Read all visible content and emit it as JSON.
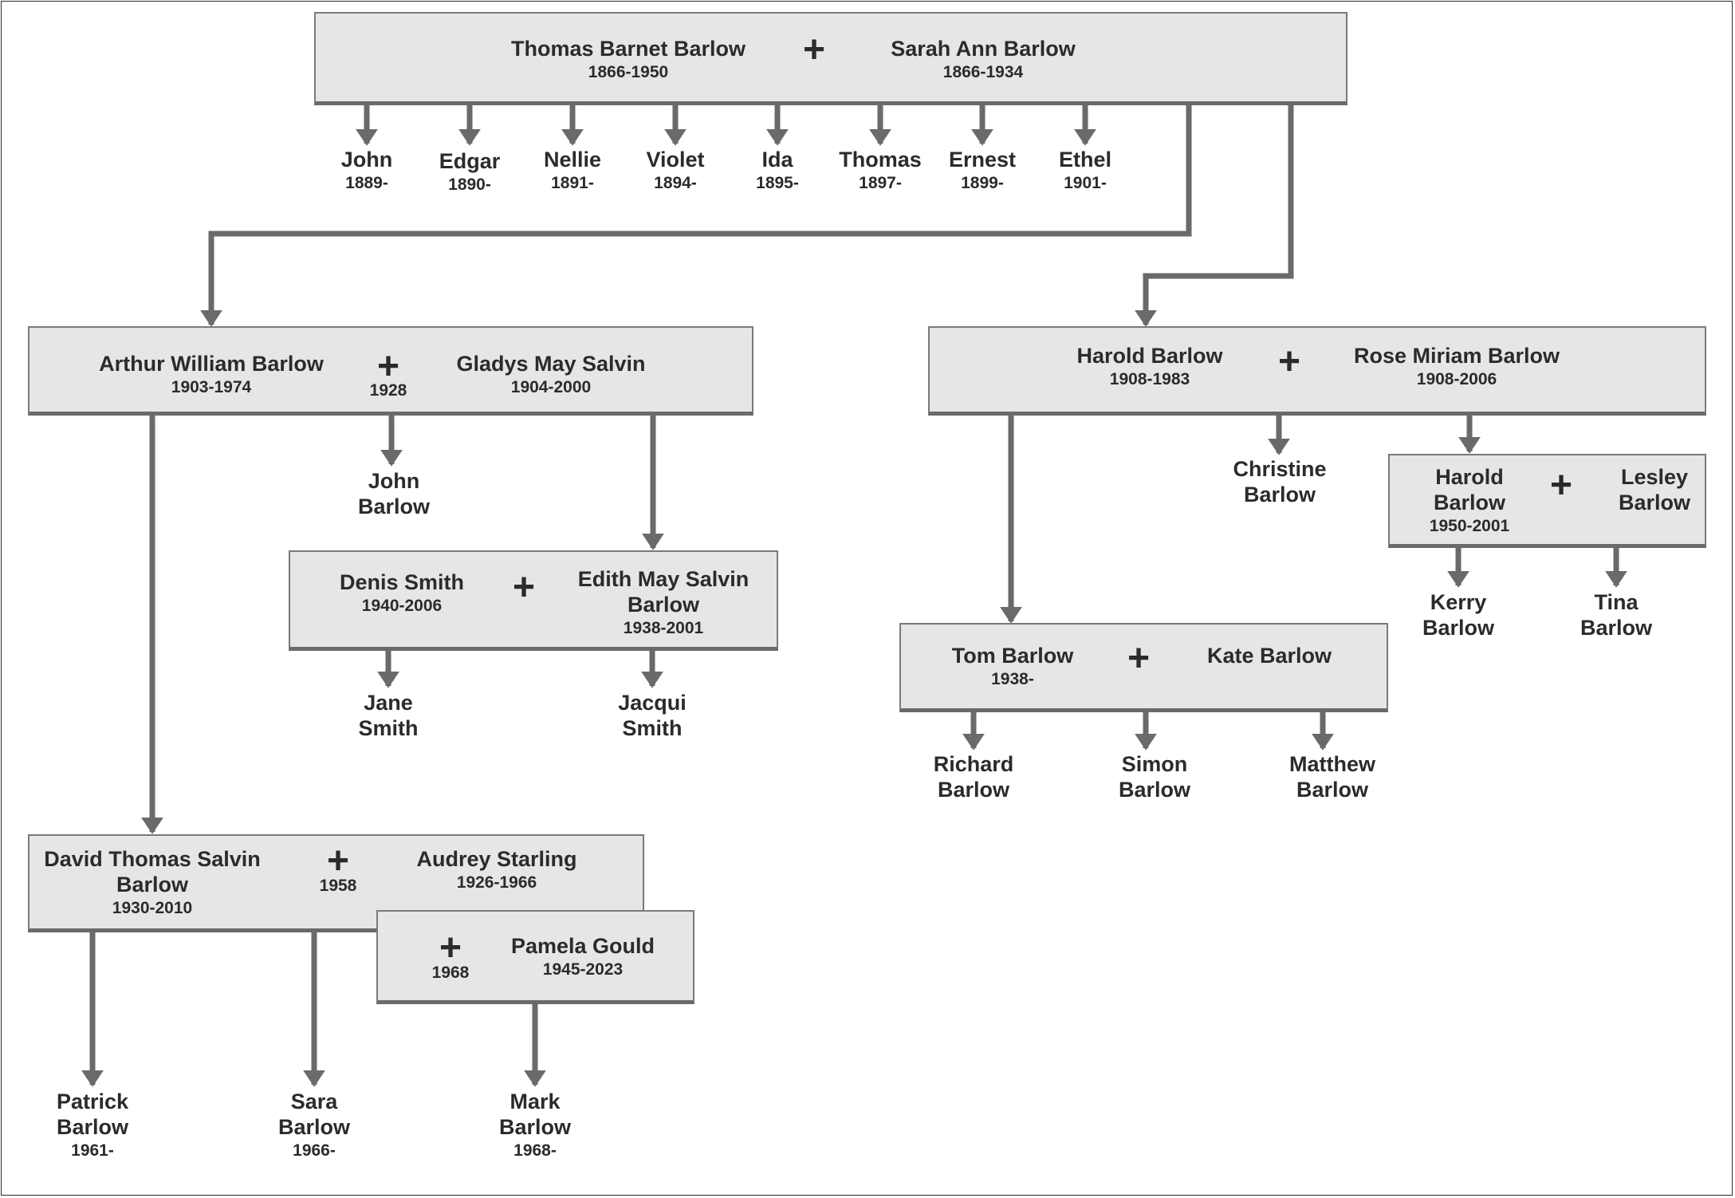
{
  "root": {
    "husband": {
      "name": "Thomas Barnet Barlow",
      "dates": "1866-1950"
    },
    "wife": {
      "name": "Sarah Ann Barlow",
      "dates": "1866-1934"
    },
    "plus": "+",
    "children": [
      {
        "name": "John",
        "dates": "1889-"
      },
      {
        "name": "Edgar",
        "dates": "1890-"
      },
      {
        "name": "Nellie",
        "dates": "1891-"
      },
      {
        "name": "Violet",
        "dates": "1894-"
      },
      {
        "name": "Ida",
        "dates": "1895-"
      },
      {
        "name": "Thomas",
        "dates": "1897-"
      },
      {
        "name": "Ernest",
        "dates": "1899-"
      },
      {
        "name": "Ethel",
        "dates": "1901-"
      }
    ]
  },
  "arthur_family": {
    "husband": {
      "name": "Arthur William Barlow",
      "dates": "1903-1974"
    },
    "wife": {
      "name": "Gladys May Salvin",
      "dates": "1904-2000"
    },
    "plus": "+",
    "marriage_year": "1928",
    "child": {
      "line1": "John",
      "line2": "Barlow"
    }
  },
  "smith_family": {
    "husband": {
      "name": "Denis Smith",
      "dates": "1940-2006"
    },
    "wife": {
      "line1": "Edith May Salvin",
      "line2": "Barlow",
      "dates": "1938-2001"
    },
    "plus": "+",
    "children": [
      {
        "line1": "Jane",
        "line2": "Smith"
      },
      {
        "line1": "Jacqui",
        "line2": "Smith"
      }
    ]
  },
  "david_family": {
    "husband": {
      "line1": "David Thomas Salvin",
      "line2": "Barlow",
      "dates": "1930-2010"
    },
    "wife1": {
      "name": "Audrey Starling",
      "dates": "1926-1966"
    },
    "plus": "+",
    "marriage1_year": "1958",
    "wife2": {
      "name": "Pamela Gould",
      "dates": "1945-2023"
    },
    "marriage2_year": "1968",
    "children": [
      {
        "line1": "Patrick",
        "line2": "Barlow",
        "dates": "1961-"
      },
      {
        "line1": "Sara",
        "line2": "Barlow",
        "dates": "1966-"
      },
      {
        "line1": "Mark",
        "line2": "Barlow",
        "dates": "1968-"
      }
    ]
  },
  "harold_family": {
    "husband": {
      "name": "Harold Barlow",
      "dates": "1908-1983"
    },
    "wife": {
      "name": "Rose Miriam Barlow",
      "dates": "1908-2006"
    },
    "plus": "+",
    "child": {
      "line1": "Christine",
      "line2": "Barlow"
    }
  },
  "harold_jr_family": {
    "husband": {
      "line1": "Harold",
      "line2": "Barlow",
      "dates": "1950-2001"
    },
    "wife": {
      "line1": "Lesley",
      "line2": "Barlow"
    },
    "plus": "+",
    "children": [
      {
        "line1": "Kerry",
        "line2": "Barlow"
      },
      {
        "line1": "Tina",
        "line2": "Barlow"
      }
    ]
  },
  "tom_family": {
    "husband": {
      "name": "Tom Barlow",
      "dates": "1938-"
    },
    "wife": {
      "name": "Kate Barlow"
    },
    "plus": "+",
    "children": [
      {
        "line1": "Richard",
        "line2": "Barlow"
      },
      {
        "line1": "Simon",
        "line2": "Barlow"
      },
      {
        "line1": "Matthew",
        "line2": "Barlow"
      }
    ]
  },
  "colors": {
    "box_fill": "#e6e6e6",
    "connector": "#6a6a6a",
    "text": "#2b2b2b"
  }
}
